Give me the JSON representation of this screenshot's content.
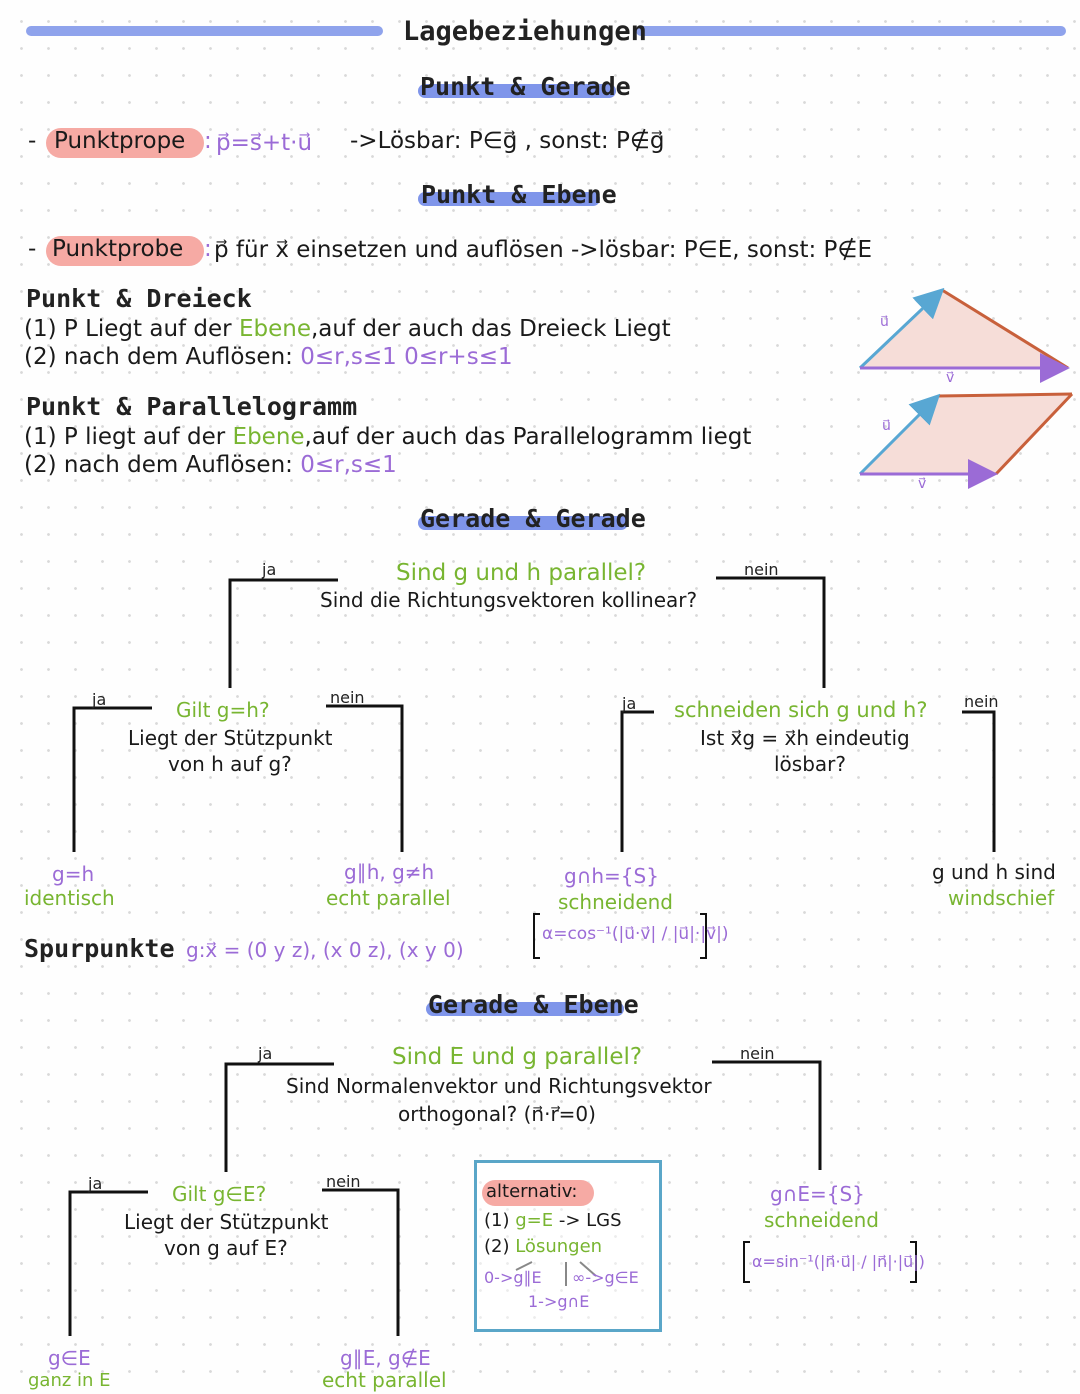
{
  "title": "Lagebeziehungen",
  "colors": {
    "green": "#78b531",
    "purple": "#9b6bd6",
    "pill": "#f6aaa4",
    "heading_bar": "#8fa3ec",
    "triangle_fill": "#f6ddd8",
    "line_blue": "#58a7d3",
    "line_red": "#c8603b",
    "box_border": "#5aa6c8"
  },
  "punkt_gerade": {
    "heading": "Punkt & Gerade",
    "dash": "-",
    "pill": "Punktprope",
    "colon": ":",
    "formula": "p⃗=s⃗+t·u⃗",
    "result": "->Lösbar: P∈g⃗ , sonst: P∉g⃗"
  },
  "punkt_ebene": {
    "heading": "Punkt & Ebene",
    "dash": "-",
    "pill": "Punktprobe",
    "colon": ":",
    "text_a": "p⃗ für x⃗ einsetzen und auflösen ->lösbar: P∈E, sonst: P∉E"
  },
  "punkt_dreieck": {
    "heading": "Punkt & Dreieck",
    "line1_a": "(1) P Liegt auf der ",
    "line1_b": "Ebene",
    "line1_c": ",auf der auch das Dreieck Liegt",
    "line2_a": "(2) nach dem Auflösen: ",
    "line2_b": "0≤r,s≤1   0≤r+s≤1",
    "vec_u": "u⃗",
    "vec_v": "v⃗"
  },
  "punkt_parallelogramm": {
    "heading": "Punkt & Parallelogramm",
    "line1_a": "(1) P liegt auf der ",
    "line1_b": "Ebene",
    "line1_c": ",auf der auch das Parallelogramm liegt",
    "line2_a": "(2) nach dem Auflösen: ",
    "line2_b": "0≤r,s≤1",
    "vec_u": "u⃗",
    "vec_v": "v⃗"
  },
  "gerade_gerade": {
    "heading": "Gerade & Gerade",
    "q_top_green": "Sind g und h parallel?",
    "q_top_black": "Sind die Richtungsvektoren kollinear?",
    "ja": "ja",
    "nein": "nein",
    "left_q_green": "Gilt g=h?",
    "left_q_black1": "Liegt der Stützpunkt",
    "left_q_black2": "von h auf g?",
    "right_q_green": "schneiden sich g und h?",
    "right_q_black1": "Ist  x⃗g = x⃗h  eindeutig",
    "right_q_black2": "lösbar?",
    "leaf1_a": "g=h",
    "leaf1_b": "identisch",
    "leaf2_a": "g∥h, g≠h",
    "leaf2_b": "echt parallel",
    "leaf3_a": "g∩h={S}",
    "leaf3_b": "schneidend",
    "leaf3_formula": "α=cos⁻¹(|u⃗·v⃗| / |u⃗|·|v⃗|)",
    "leaf4_a": "g und h sind",
    "leaf4_b": "windschief"
  },
  "spurpunkte": {
    "label": "Spurpunkte",
    "formula": "g:x⃗ = (0 y z), (x 0 z), (x y 0)"
  },
  "gerade_ebene": {
    "heading": "Gerade & Ebene",
    "q_top_green": "Sind E und g parallel?",
    "q_top_black1": "Sind Normalenvektor und Richtungsvektor",
    "q_top_black2": "orthogonal? (n⃗·r⃗=0)",
    "ja": "ja",
    "nein": "nein",
    "left_q_green": "Gilt g∈E?",
    "left_q_black1": "Liegt der Stützpunkt",
    "left_q_black2": "von g auf E?",
    "alt_title": "alternativ:",
    "alt_l1_a": "(1) ",
    "alt_l1_b": "g=E",
    "alt_l1_c": " -> LGS",
    "alt_l2_a": "(2) ",
    "alt_l2_b": "Lösungen",
    "alt_o1": "0->g∥E",
    "alt_o2": "∞->g∈E",
    "alt_o3": "1->g∩E",
    "right_a": "g∩E={S}",
    "right_b": "schneidend",
    "right_formula": "α=sin⁻¹(|n⃗·u⃗| / |n⃗|·|u⃗|)",
    "leaf1_a": "g∈E",
    "leaf1_b": "ganz in E",
    "leaf2_a": "g∥E, g∉E",
    "leaf2_b": "echt parallel"
  }
}
